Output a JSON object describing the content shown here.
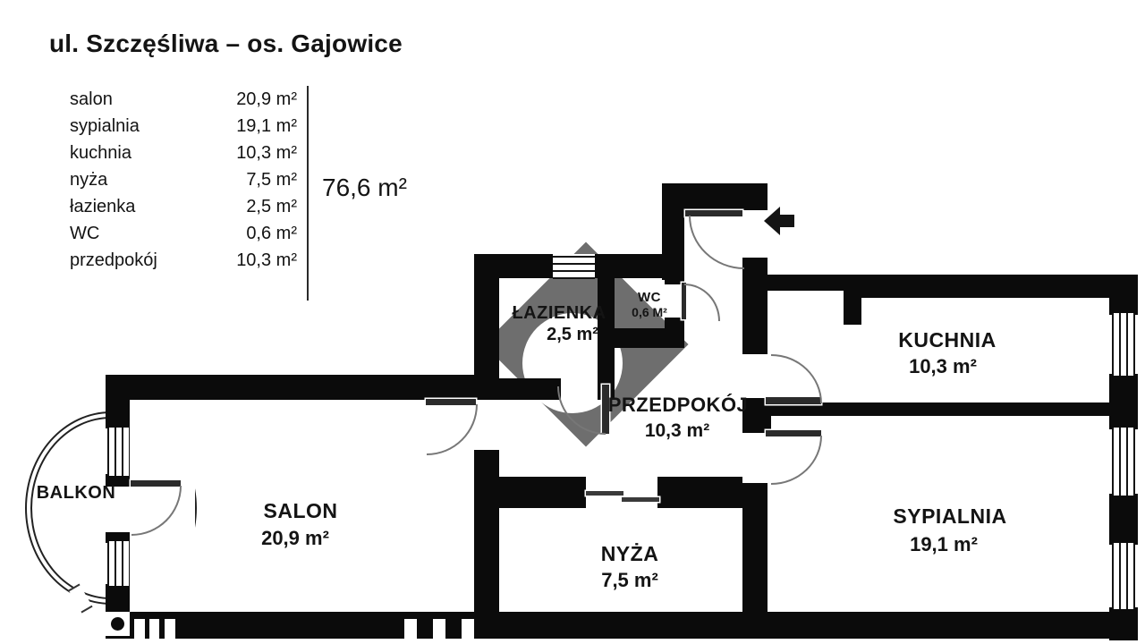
{
  "title": "ul. Szczęśliwa – os. Gajowice",
  "total_area": "76,6 m²",
  "legend": {
    "items": [
      {
        "name": "salon",
        "area": "20,9 m²"
      },
      {
        "name": "sypialnia",
        "area": "19,1 m²"
      },
      {
        "name": "kuchnia",
        "area": "10,3 m²"
      },
      {
        "name": "nyża",
        "area": "7,5 m²"
      },
      {
        "name": "łazienka",
        "area": "2,5 m²"
      },
      {
        "name": "WC",
        "area": "0,6 m²"
      },
      {
        "name": "przedpokój",
        "area": "10,3 m²"
      }
    ]
  },
  "plan": {
    "rooms": {
      "salon": {
        "label": "SALON",
        "area": "20,9 m²"
      },
      "sypialnia": {
        "label": "SYPIALNIA",
        "area": "19,1 m²"
      },
      "kuchnia": {
        "label": "KUCHNIA",
        "area": "10,3 m²"
      },
      "nyza": {
        "label": "NYŻA",
        "area": "7,5 m²"
      },
      "lazienka": {
        "label": "ŁAZIENKA",
        "area": "2,5 m²"
      },
      "wc": {
        "label": "WC",
        "area": "0,6 M²"
      },
      "przedpokoj": {
        "label": "PRZEDPOKÓJ",
        "area": "10,3 m²"
      },
      "balkon": {
        "label": "BALKON"
      }
    },
    "colors": {
      "wall": "#0b0b0b",
      "door_line": "#777",
      "watermark": "#4a4a4a"
    }
  }
}
